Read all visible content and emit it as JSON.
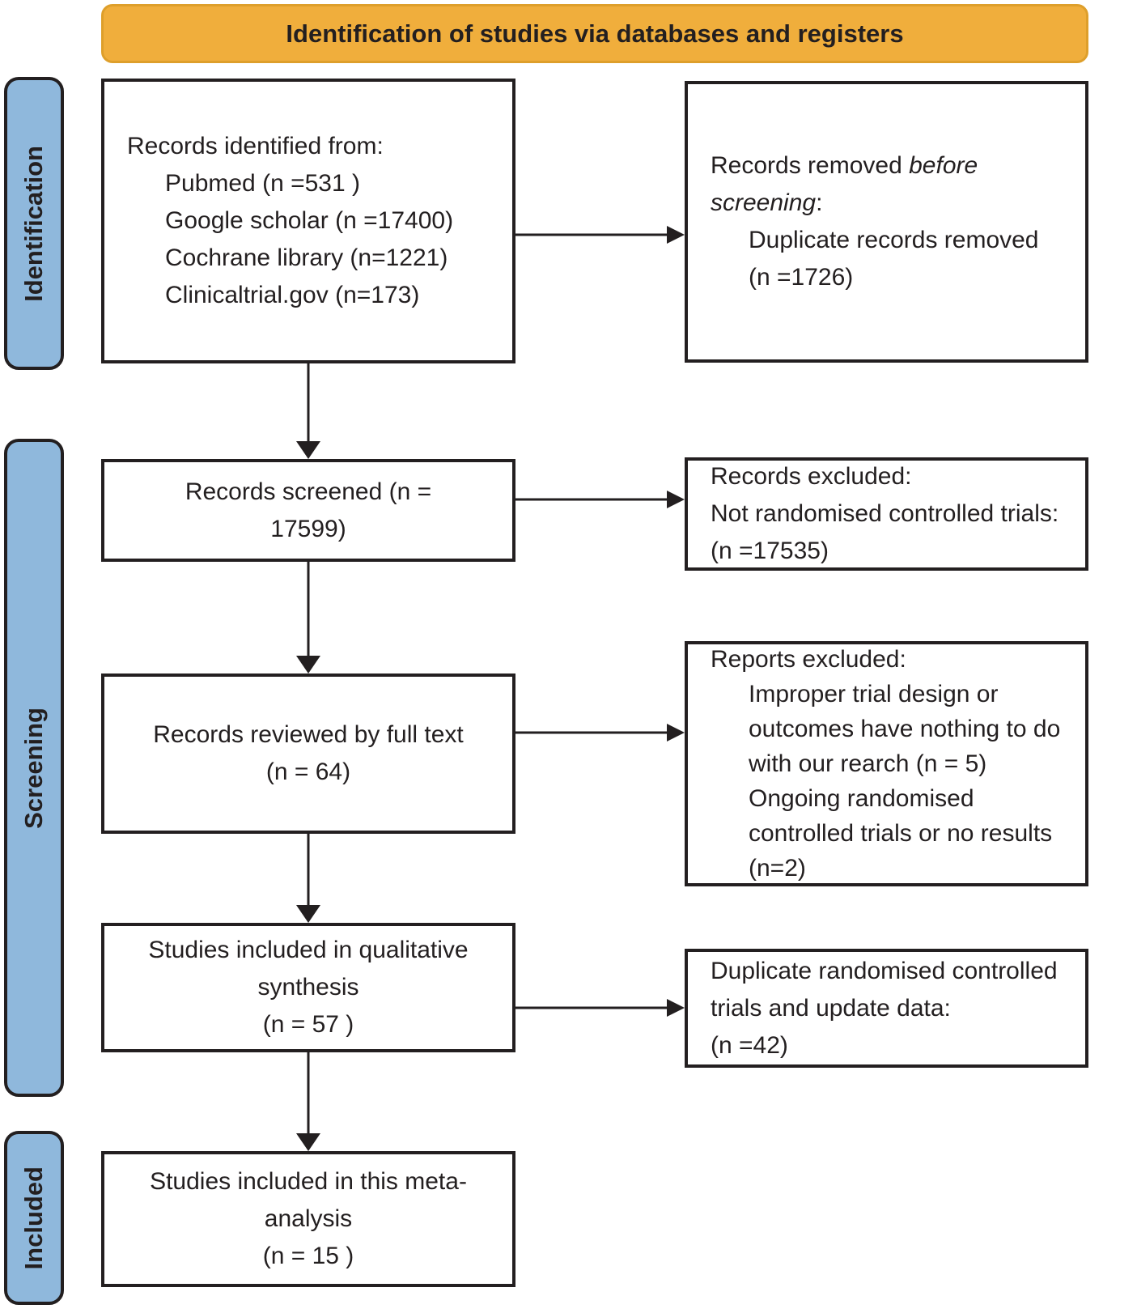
{
  "banner": {
    "title": "Identification of studies via databases and registers",
    "bg_color": "#F0AE3C",
    "border_color": "#DE9F2B"
  },
  "sidebar": {
    "bg_color": "#8FB8DC",
    "identification_label": "Identification",
    "screening_label": "Screening",
    "included_label": "Included"
  },
  "flow": {
    "identified": {
      "title": "Records identified from:",
      "items": [
        "Pubmed (n =531 )",
        "Google scholar (n =17400)",
        "Cochrane library (n=1221)",
        "Clinicaltrial.gov (n=173)"
      ]
    },
    "screened": {
      "line1": "Records screened (n =",
      "line2": "17599)"
    },
    "fulltext": {
      "line1": "Records reviewed by full text",
      "line2": "(n = 64)"
    },
    "qualitative": {
      "line1": "Studies included in qualitative",
      "line2": "synthesis",
      "line3": "(n = 57 )"
    },
    "meta": {
      "line1": "Studies included in this meta-",
      "line2": "analysis",
      "line3": "(n = 15 )"
    }
  },
  "exclusions": {
    "removed": {
      "normal1": "Records removed ",
      "italic1": "before",
      "italic2": "screening",
      "normal2": ":",
      "items": [
        "Duplicate records removed",
        "(n =1726)"
      ]
    },
    "excluded": {
      "lines": [
        "Records excluded:",
        "Not randomised controlled trials:",
        "(n =17535)"
      ]
    },
    "reports": {
      "title": "Reports excluded:",
      "items": [
        "Improper trial design or",
        "outcomes have nothing to do",
        "with our rearch (n = 5)",
        "Ongoing randomised",
        "controlled trials or no results",
        "(n=2)"
      ]
    },
    "duplicates": {
      "lines": [
        "Duplicate randomised controlled",
        "trials and update data:",
        "(n =42)"
      ]
    }
  }
}
